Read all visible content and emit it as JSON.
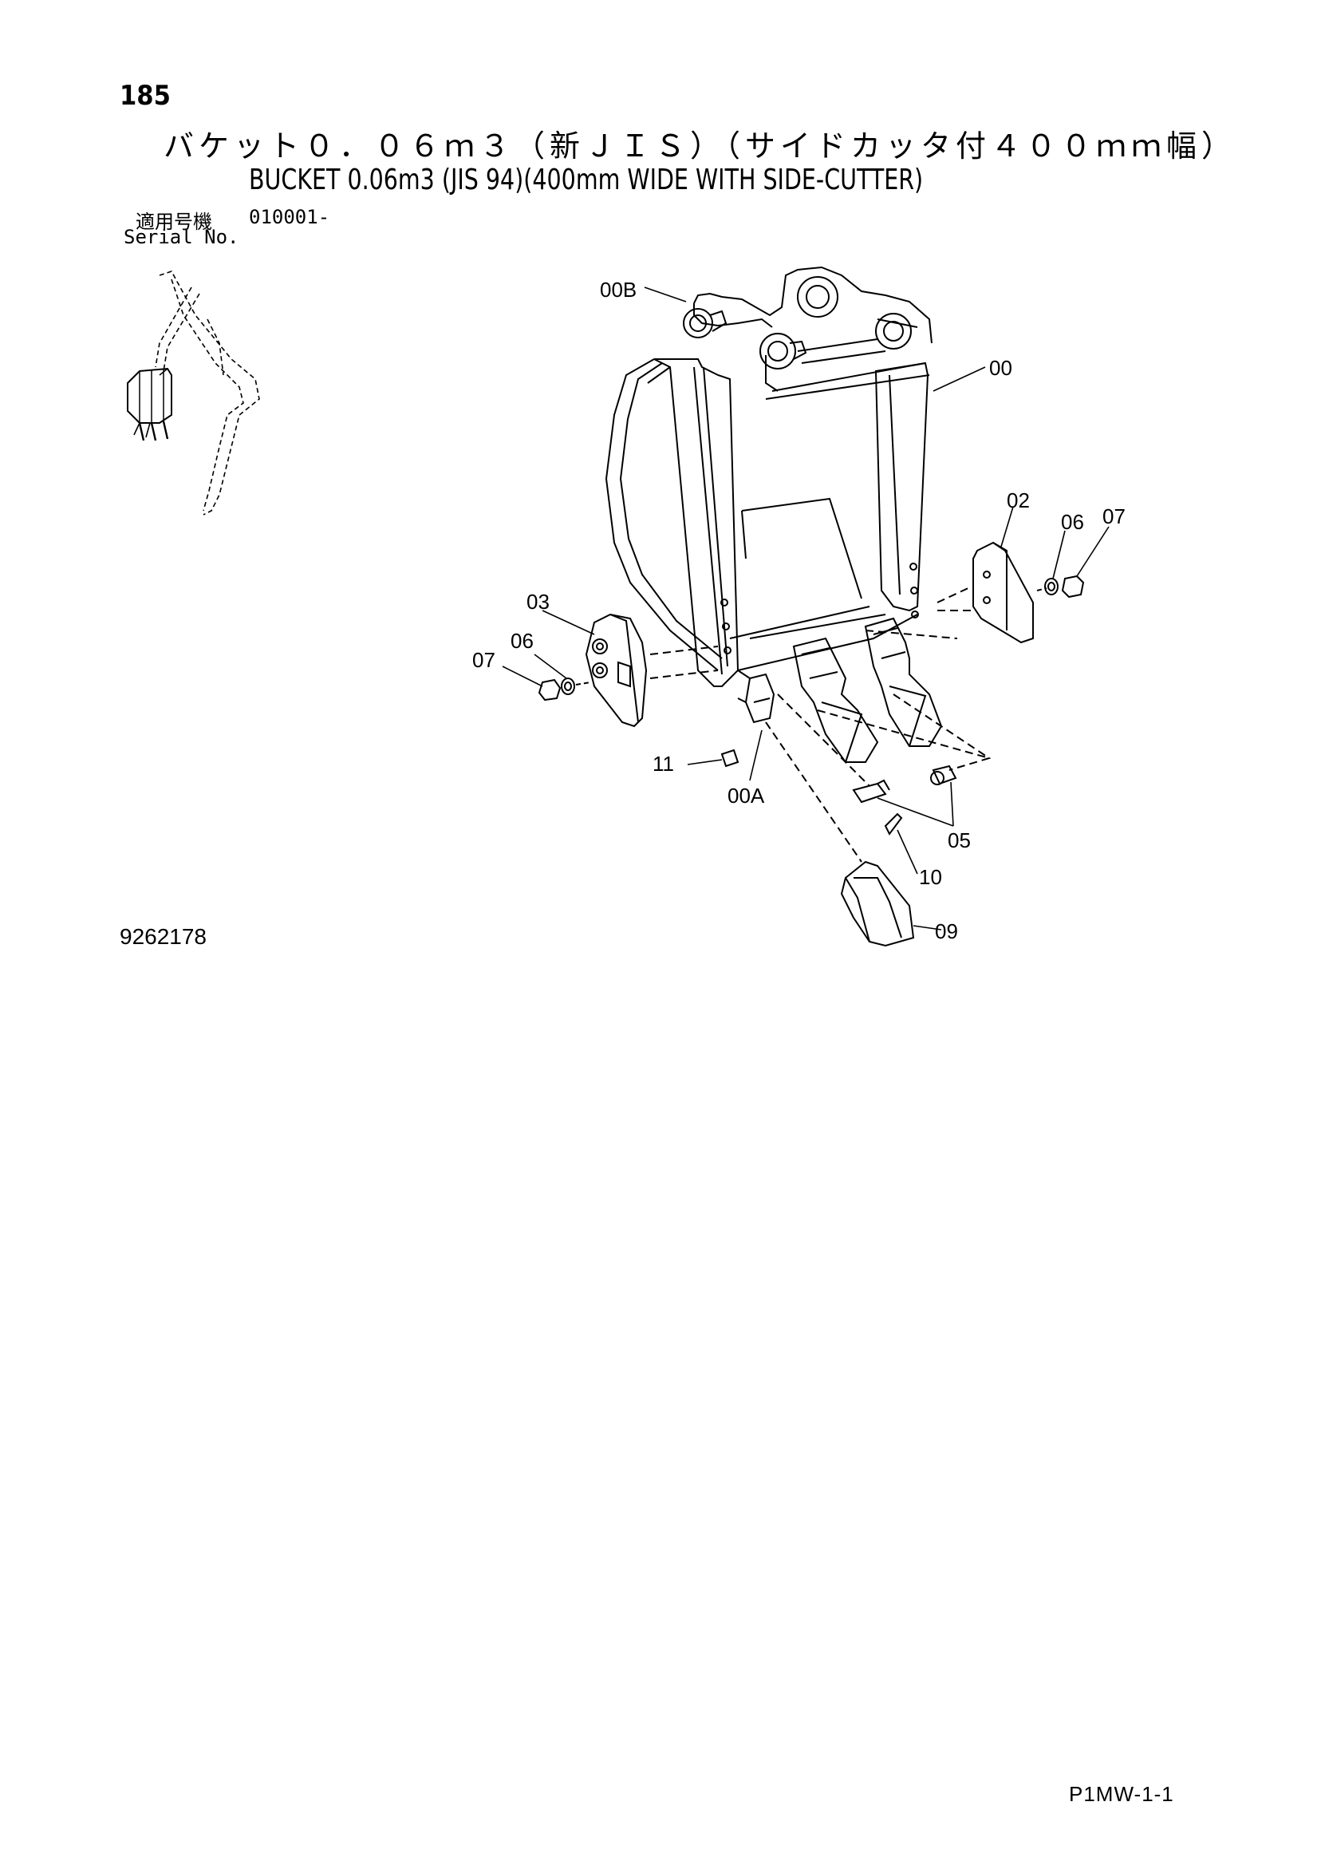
{
  "header": {
    "page_number": "185",
    "title_jp": "バケット０．０６ｍ３（新ＪＩＳ）（サイドカッタ付４００ｍｍ幅）",
    "title_en": "BUCKET 0.06m3 (JIS 94)(400mm WIDE WITH SIDE-CUTTER)",
    "serial_label_jp": "適用号機",
    "serial_label_en": "Serial No.",
    "serial_value": "010001-"
  },
  "diagram": {
    "callouts": {
      "c00B": "00B",
      "c00": "00",
      "c02": "02",
      "c06r": "06",
      "c07r": "07",
      "c03": "03",
      "c06l": "06",
      "c07l": "07",
      "c11": "11",
      "c00A": "00A",
      "c05": "05",
      "c10": "10",
      "c09": "09"
    }
  },
  "footer": {
    "drawing_number": "9262178",
    "sheet_code": "P1MW-1-1"
  }
}
